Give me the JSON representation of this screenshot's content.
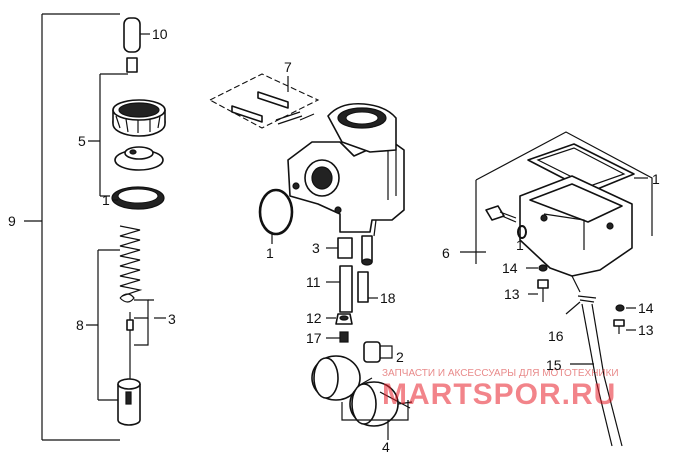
{
  "callouts": {
    "c1a": "1",
    "c1b": "1",
    "c1c": "1",
    "c1d": "1",
    "c2": "2",
    "c3a": "3",
    "c3b": "3",
    "c4": "4",
    "c5": "5",
    "c6": "6",
    "c7": "7",
    "c8": "8",
    "c9": "9",
    "c10": "10",
    "c11": "11",
    "c12": "12",
    "c13a": "13",
    "c13b": "13",
    "c14a": "14",
    "c14b": "14",
    "c15": "15",
    "c16": "16",
    "c17": "17",
    "c18": "18"
  },
  "watermark": {
    "caption": "ЗАПЧАСТИ И АКСЕССУАРЫ ДЛЯ МОТОТЕХНИКИ",
    "brand": "MARTSPOR.RU"
  }
}
